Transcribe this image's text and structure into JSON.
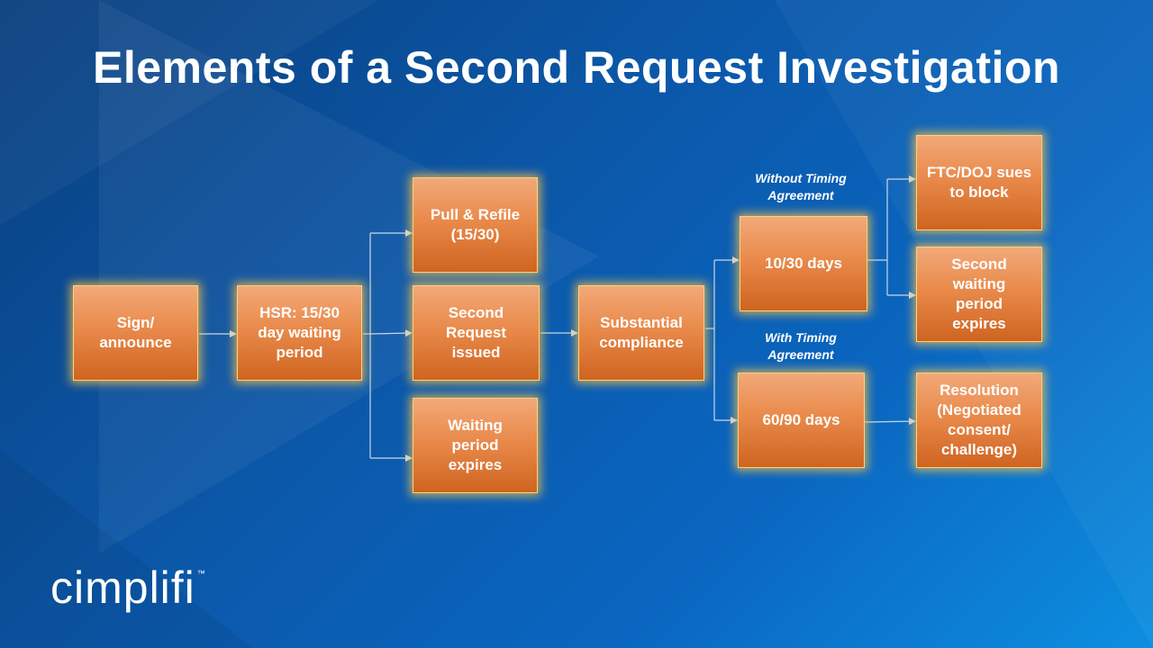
{
  "title": "Elements of a Second Request Investigation",
  "nodes": {
    "sign": "Sign/\nannounce",
    "hsr": "HSR: 15/30\nday waiting\nperiod",
    "pull": "Pull & Refile\n(15/30)",
    "second_request": "Second\nRequest\nissued",
    "waiting_expires": "Waiting\nperiod\nexpires",
    "compliance": "Substantial\ncompliance",
    "ten_thirty": "10/30 days",
    "sixty_ninety": "60/90 days",
    "ftc_doj": "FTC/DOJ sues\nto block",
    "second_waiting": "Second\nwaiting\nperiod\nexpires",
    "resolution": "Resolution\n(Negotiated\nconsent/\nchallenge)"
  },
  "notes": {
    "without_timing": "Without Timing\nAgreement",
    "with_timing": "With Timing\nAgreement"
  },
  "logo": {
    "text": "cimplifi",
    "mark": "™"
  },
  "colors": {
    "box": "#e98a4b",
    "glow": "#ffc446",
    "connector": "#c9d6e6"
  }
}
